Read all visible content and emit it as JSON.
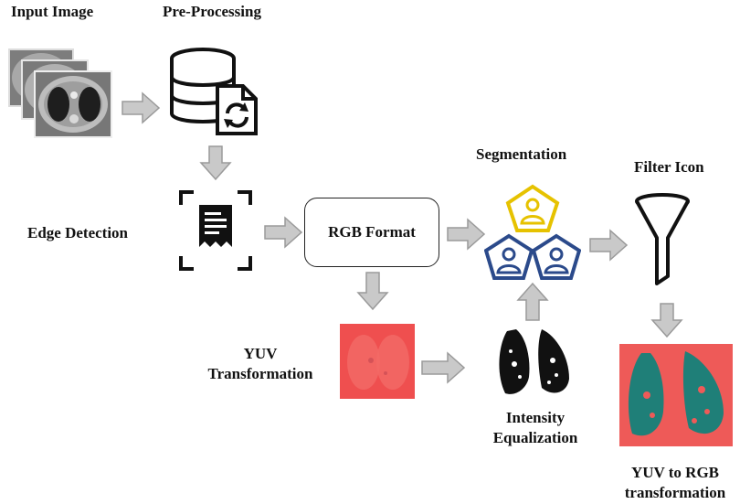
{
  "labels": {
    "input_image": "Input Image",
    "pre_processing": "Pre-Processing",
    "edge_detection": "Edge Detection",
    "rgb_format": "RGB Format",
    "segmentation": "Segmentation",
    "filter_icon": "Filter Icon",
    "yuv_line1": "YUV",
    "yuv_line2": "Transformation",
    "intensity_line1": "Intensity",
    "intensity_line2": "Equalization",
    "yuv_rgb_line1": "YUV to RGB",
    "yuv_rgb_line2": "transformation"
  },
  "colors": {
    "arrow_fill": "#c9c9c9",
    "arrow_stroke": "#9a9a9a",
    "segmentation_top": "#e6c200",
    "segmentation_bottom": "#2b4a8b",
    "yuv_image": "#ef4f4f",
    "yuv_rgb_bg": "#ee5a58",
    "yuv_rgb_lung": "#1f7f78"
  },
  "icons": {
    "pre_processing": "database-refresh-icon",
    "edge_detection": "scan-document-icon",
    "segmentation": "user-group-icon",
    "filter": "funnel-icon"
  }
}
